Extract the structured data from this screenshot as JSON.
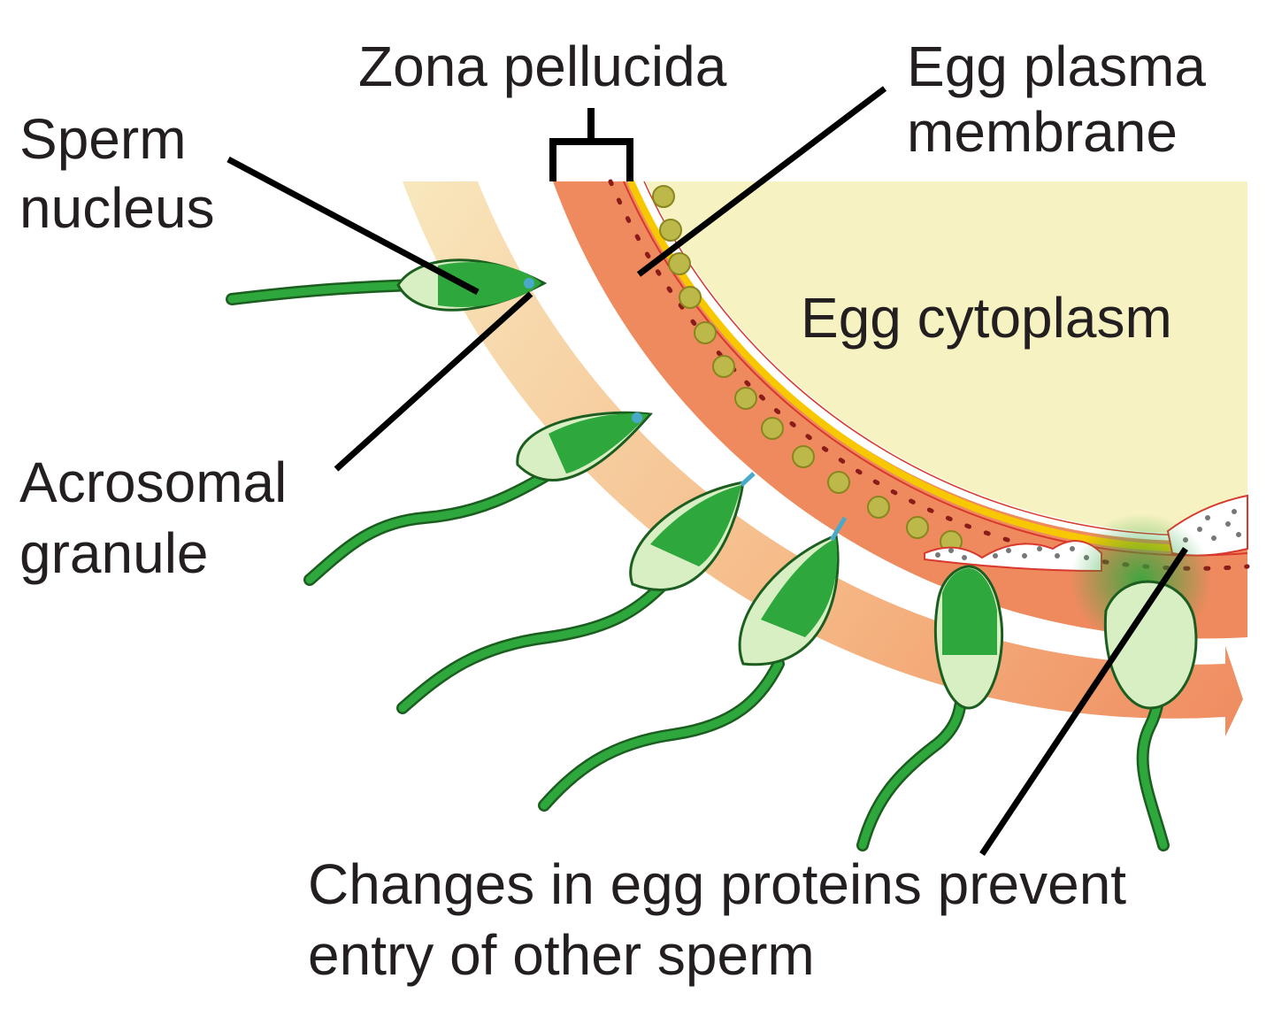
{
  "labels": {
    "zona_pellucida": "Zona pellucida",
    "egg_plasma_membrane_l1": "Egg plasma",
    "egg_plasma_membrane_l2": "membrane",
    "sperm_nucleus_l1": "Sperm",
    "sperm_nucleus_l2": "nucleus",
    "egg_cytoplasm": "Egg cytoplasm",
    "acrosomal_granule_l1": "Acrosomal",
    "acrosomal_granule_l2": "granule",
    "changes_l1": "Changes in egg proteins prevent",
    "changes_l2": "entry of other sperm"
  },
  "colors": {
    "egg_cytoplasm": "#f6f2c2",
    "zona_pellucida": "#ee8a5e",
    "membrane_yellow": "#f7c700",
    "membrane_red": "#d9382c",
    "sperm_green": "#2ea83c",
    "sperm_outline": "#1b5e20",
    "sperm_pale": "#d8eec3",
    "granule": "#b9b54a",
    "arrow_start": "#f8e2b4",
    "arrow_end": "#ee8a5e",
    "leader_line": "#000000"
  }
}
